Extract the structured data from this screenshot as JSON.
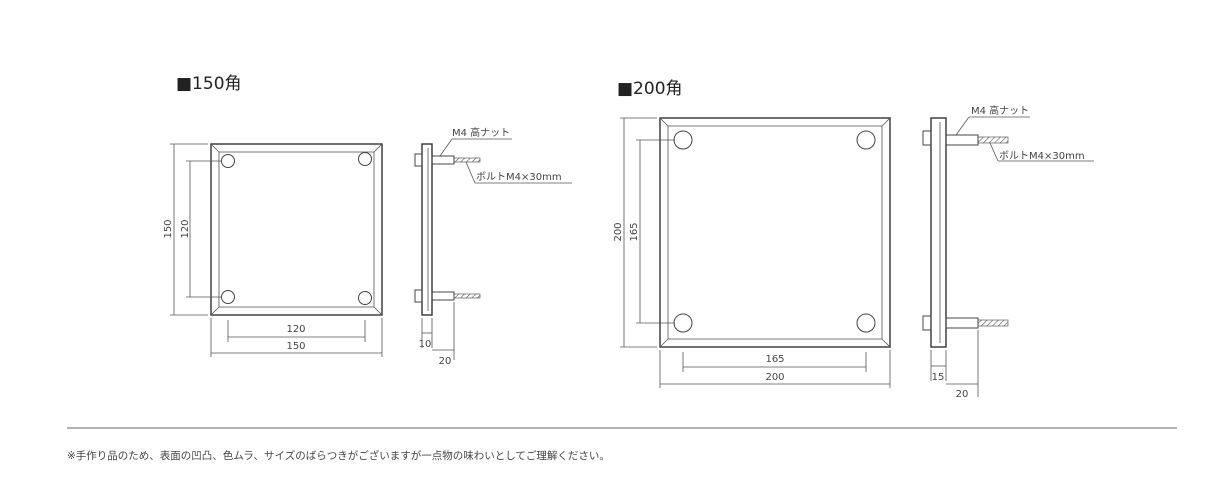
{
  "small": {
    "title": "■150角",
    "dims": {
      "outer_w": "150",
      "inner_w": "120",
      "outer_h": "150",
      "inner_h": "120",
      "side_t": "10",
      "side_d": "20"
    },
    "nut_label": "M4 高ナット",
    "bolt_label": "ボルトM4×30mm"
  },
  "large": {
    "title": "■200角",
    "dims": {
      "outer_w": "200",
      "inner_w": "165",
      "outer_h": "200",
      "inner_h": "165",
      "side_t": "15",
      "side_d": "20"
    },
    "nut_label": "M4 高ナット",
    "bolt_label": "ボルトM4×30mm"
  },
  "footnote": "※手作り品のため、表面の凹凸、色ムラ、サイズのばらつきがございますが一点物の味わいとしてご理解ください。"
}
